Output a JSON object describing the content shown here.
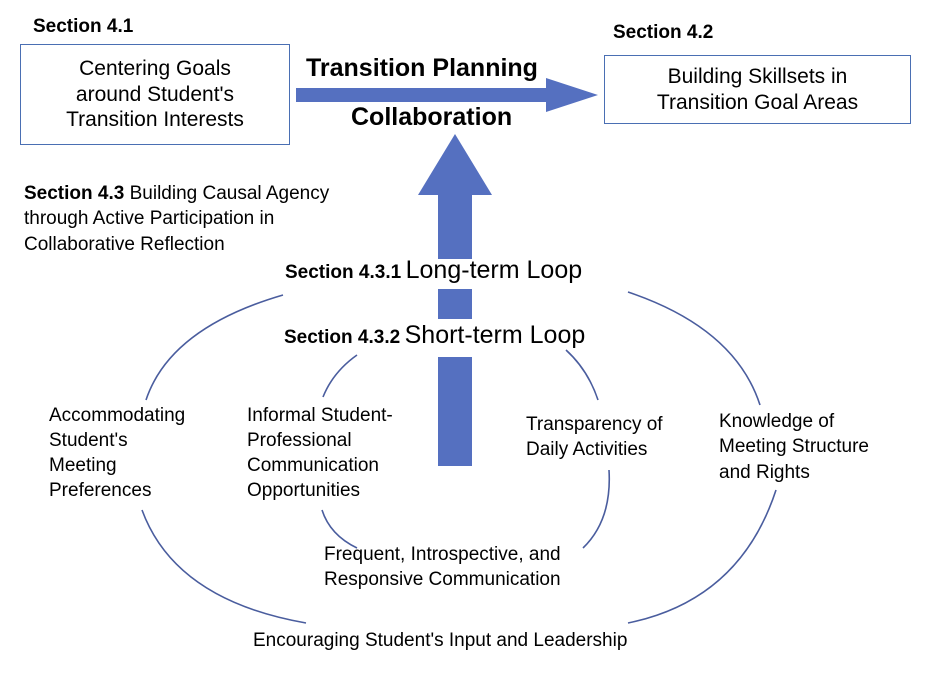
{
  "section_4_1": {
    "heading": "Section 4.1",
    "lines": [
      "Centering Goals",
      "around Student's",
      "Transition Interests"
    ]
  },
  "section_4_2": {
    "heading": "Section 4.2",
    "lines": [
      "Building Skillsets in",
      "Transition Goal Areas"
    ]
  },
  "arrow_labels": {
    "top": "Transition Planning",
    "bottom": "Collaboration"
  },
  "section_4_3": {
    "heading": "Section 4.3",
    "title_first": "Building Causal Agency",
    "lines": [
      "through Active Participation in",
      "Collaborative Reflection"
    ]
  },
  "long_term_loop": {
    "heading": "Section 4.3.1",
    "title": "Long-term Loop"
  },
  "short_term_loop": {
    "heading": "Section 4.3.2",
    "title": "Short-term Loop"
  },
  "loop_items": {
    "accommodating": [
      "Accommodating",
      "Student's",
      "Meeting",
      "Preferences"
    ],
    "informal": [
      "Informal Student-",
      "Professional",
      "Communication",
      "Opportunities"
    ],
    "transparency": [
      "Transparency of",
      "Daily Activities"
    ],
    "knowledge": [
      "Knowledge of",
      "Meeting Structure",
      "and Rights"
    ],
    "frequent": [
      "Frequent, Introspective, and",
      "Responsive Communication"
    ],
    "encouraging": "Encouraging Student's Input and Leadership"
  },
  "colors": {
    "arrow": "#5570c0",
    "box_border": "#4a6fb3",
    "loop_line": "#4a5d9e"
  }
}
